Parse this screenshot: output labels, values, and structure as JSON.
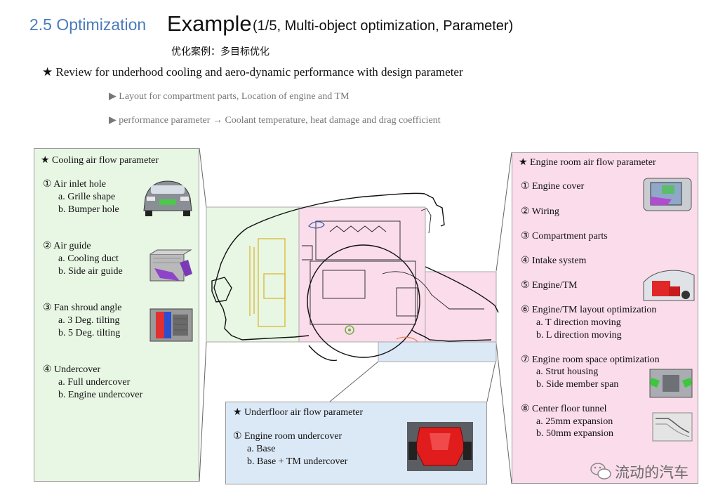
{
  "header": {
    "section": "2.5 Optimization",
    "title": "Example",
    "subtitle": "(1/5, Multi-object optimization, Parameter)",
    "chinese_subtitle": "优化案例：多目标优化"
  },
  "review": {
    "text": "★ Review for underhood cooling and aero-dynamic performance with design parameter",
    "bullets": [
      "▶ Layout for compartment parts, Location of engine and TM",
      "▶ performance parameter → Coolant temperature, heat damage and drag coefficient"
    ]
  },
  "cooling_panel": {
    "title": "★ Cooling air flow parameter",
    "items": [
      {
        "label": "① Air inlet hole",
        "subs": [
          "a. Grille shape",
          "b. Bumper hole"
        ]
      },
      {
        "label": "② Air guide",
        "subs": [
          "a. Cooling duct",
          "b. Side air guide"
        ]
      },
      {
        "label": "③ Fan shroud angle",
        "subs": [
          "a. 3 Deg. tilting",
          "b. 5 Deg. tilting"
        ]
      },
      {
        "label": "④ Undercover",
        "subs": [
          "a. Full undercover",
          "b. Engine undercover"
        ]
      }
    ]
  },
  "engine_panel": {
    "title": "★ Engine room air flow parameter",
    "items": [
      {
        "label": "① Engine cover",
        "subs": []
      },
      {
        "label": "② Wiring",
        "subs": []
      },
      {
        "label": "③ Compartment parts",
        "subs": []
      },
      {
        "label": "④ Intake system",
        "subs": []
      },
      {
        "label": "⑤ Engine/TM",
        "subs": []
      },
      {
        "label": "⑥ Engine/TM layout optimization",
        "subs": [
          "a. T direction moving",
          "b. L direction moving"
        ]
      },
      {
        "label": "⑦ Engine room space optimization",
        "subs": [
          "a. Strut housing",
          "b. Side member span"
        ]
      },
      {
        "label": "⑧ Center floor tunnel",
        "subs": [
          "a. 25mm expansion",
          "b. 50mm expansion"
        ]
      }
    ]
  },
  "underfloor_panel": {
    "title": "★ Underfloor air flow parameter",
    "items": [
      {
        "label": "① Engine room undercover",
        "subs": [
          "a. Base",
          "b. Base + TM undercover"
        ]
      }
    ]
  },
  "watermark": "流动的汽车",
  "colors": {
    "section_blue": "#4a7bbd",
    "cooling_bg": "#e8f6e4",
    "engine_bg": "#fbdcea",
    "underfloor_bg": "#dbe8f6",
    "bullet_gray": "#777777"
  }
}
